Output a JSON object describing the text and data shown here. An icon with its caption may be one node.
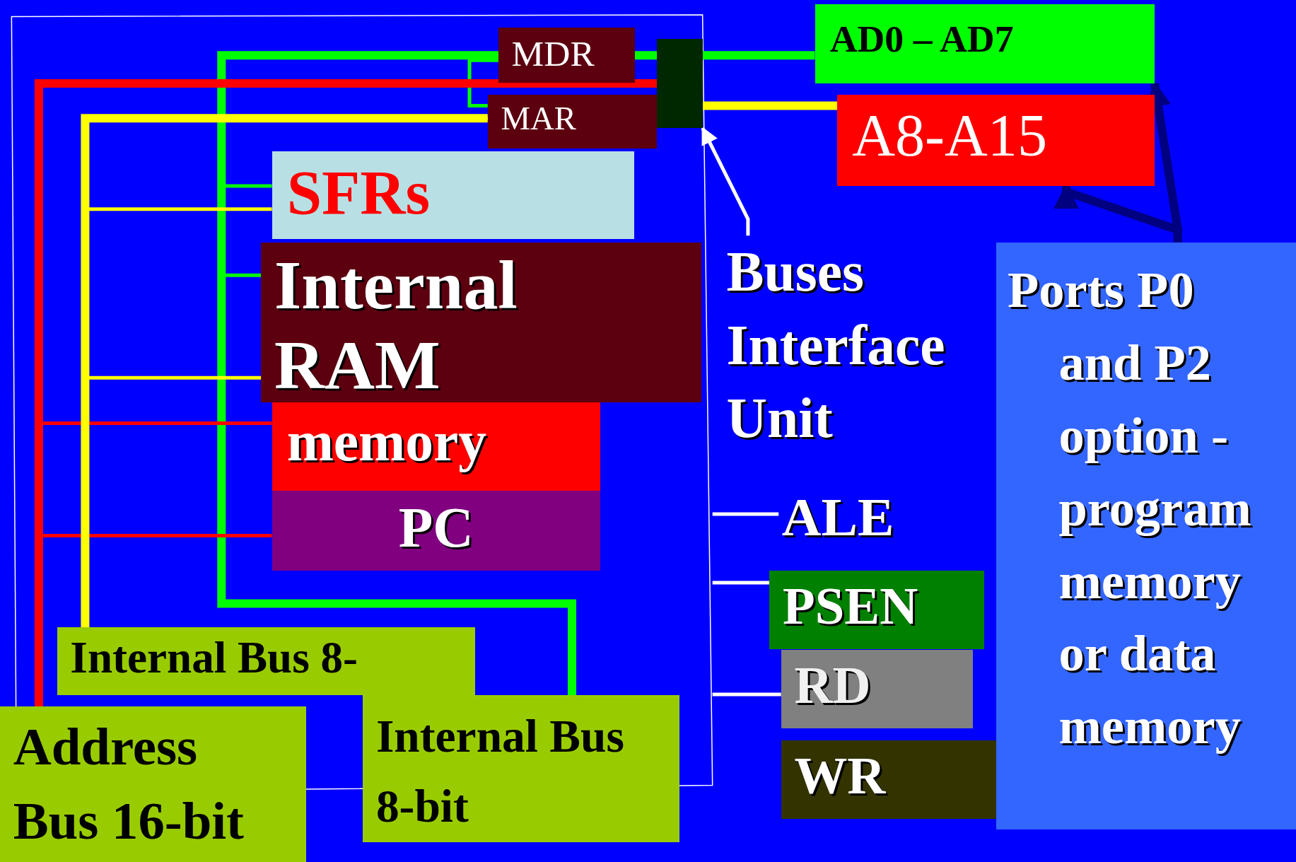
{
  "diagram": {
    "nodes": [
      {
        "text": [
          "MDR"
        ]
      },
      {
        "text": [
          "MAR"
        ]
      },
      {
        "text": [],
        "shape": "box"
      },
      {
        "text": [
          "AD0 – AD7"
        ]
      },
      {
        "text": [
          "A8-A15"
        ]
      },
      {
        "text": [
          "SFRs"
        ]
      },
      {
        "text": [
          "Internal RAM"
        ]
      },
      {
        "text": [
          "memory"
        ]
      },
      {
        "text": [
          "PC"
        ]
      },
      {
        "text": [
          "Buses Interface Unit"
        ]
      },
      {
        "text": [
          "ALE"
        ]
      },
      {
        "text": [
          "PSEN"
        ]
      },
      {
        "text": [
          "RD"
        ]
      },
      {
        "text": [
          "WR"
        ]
      },
      {
        "text": [
          "Ports P0 and P2 option - program memory or data memory"
        ]
      },
      {
        "text": [
          "Internal Bus 8-"
        ]
      },
      {
        "text": [
          "Address Bus 16-bit"
        ]
      },
      {
        "text": [
          "Internal Bus 8-bit"
        ]
      }
    ],
    "edges": [
      {
        "from": 0,
        "to": 17,
        "arrow": "none",
        "style": "thick",
        "color": "#00ff00"
      },
      {
        "from": 0,
        "to": 5,
        "arrow": "none",
        "color": "#00ff00"
      },
      {
        "from": 0,
        "to": 6,
        "arrow": "none",
        "color": "#00ff00"
      },
      {
        "from": 0,
        "to": 1,
        "arrow": "none",
        "color": "#00ff00"
      },
      {
        "from": 0,
        "to": 2,
        "arrow": "none",
        "style": "thick",
        "color": "#00ff00"
      },
      {
        "from": 2,
        "to": 3,
        "arrow": "none",
        "style": "thick",
        "color": "#00ff00"
      },
      {
        "from": 2,
        "to": 16,
        "arrow": "none",
        "style": "thick",
        "color": "#ff0000"
      },
      {
        "from": 2,
        "to": 7,
        "arrow": "none",
        "color": "#ff0000"
      },
      {
        "from": 2,
        "to": 8,
        "arrow": "none",
        "color": "#ff0000"
      },
      {
        "from": 1,
        "to": 15,
        "arrow": "none",
        "style": "thick",
        "color": "#ffff00"
      },
      {
        "from": 1,
        "to": 5,
        "arrow": "none",
        "color": "#ffff00"
      },
      {
        "from": 1,
        "to": 6,
        "arrow": "none",
        "color": "#ffff00"
      },
      {
        "from": 2,
        "to": 4,
        "arrow": "none",
        "style": "thick",
        "color": "#ffff00"
      },
      {
        "from": 9,
        "to": 2,
        "arrow": "to",
        "color": "#ffffff"
      },
      {
        "from": 14,
        "to": 3,
        "arrow": "to",
        "style": "thick",
        "color": "#000080"
      },
      {
        "from": 14,
        "to": 4,
        "arrow": "to",
        "style": "thick",
        "color": "#000080"
      },
      {
        "from": null,
        "to": 10,
        "arrow": "none",
        "color": "#ffffff"
      },
      {
        "from": null,
        "to": 11,
        "arrow": "none",
        "color": "#ffffff"
      },
      {
        "from": null,
        "to": 12,
        "arrow": "none",
        "color": "#ffffff"
      }
    ]
  }
}
